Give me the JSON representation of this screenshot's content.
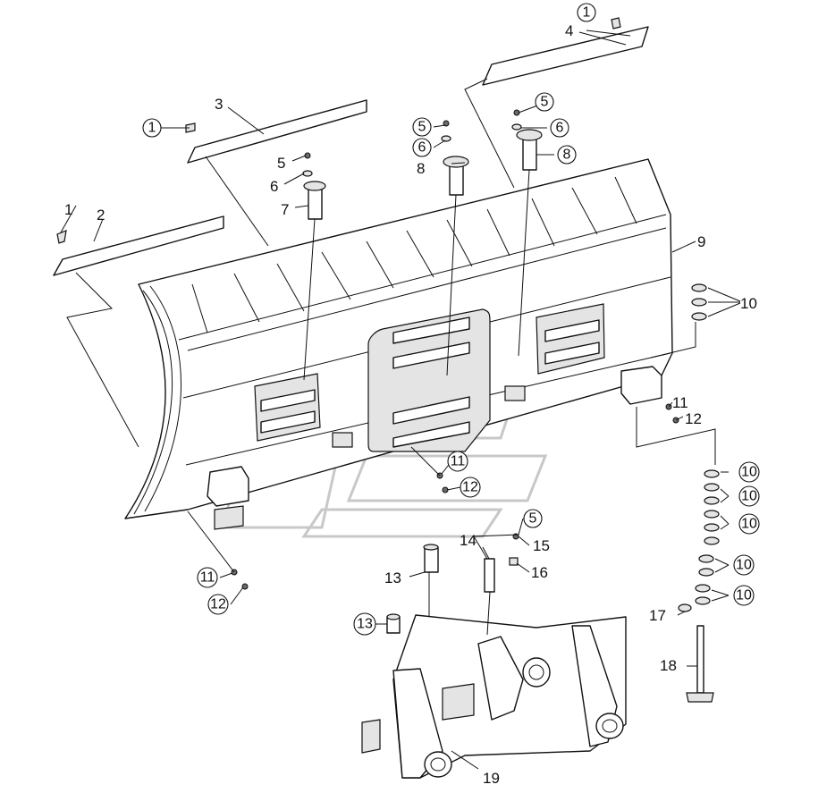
{
  "callouts": [
    {
      "id": "c1a",
      "number": "1",
      "circled": true
    },
    {
      "id": "c4",
      "number": "4",
      "circled": false
    },
    {
      "id": "c3",
      "number": "3",
      "circled": false
    },
    {
      "id": "c1b",
      "number": "1",
      "circled": true
    },
    {
      "id": "c5a",
      "number": "5",
      "circled": true
    },
    {
      "id": "c6a",
      "number": "6",
      "circled": true
    },
    {
      "id": "c8a",
      "number": "8",
      "circled": true
    },
    {
      "id": "c5b",
      "number": "5",
      "circled": true
    },
    {
      "id": "c6b",
      "number": "6",
      "circled": true
    },
    {
      "id": "c8b",
      "number": "8",
      "circled": false
    },
    {
      "id": "c5c",
      "number": "5",
      "circled": false
    },
    {
      "id": "c6c",
      "number": "6",
      "circled": false
    },
    {
      "id": "c7",
      "number": "7",
      "circled": false
    },
    {
      "id": "c1c",
      "number": "1",
      "circled": false
    },
    {
      "id": "c2",
      "number": "2",
      "circled": false
    },
    {
      "id": "c9",
      "number": "9",
      "circled": false
    },
    {
      "id": "c10a",
      "number": "10",
      "circled": false
    },
    {
      "id": "c11a",
      "number": "11",
      "circled": false
    },
    {
      "id": "c12a",
      "number": "12",
      "circled": false
    },
    {
      "id": "c11b",
      "number": "11",
      "circled": true
    },
    {
      "id": "c12b",
      "number": "12",
      "circled": true
    },
    {
      "id": "c10b",
      "number": "10",
      "circled": true
    },
    {
      "id": "c10c",
      "number": "10",
      "circled": true
    },
    {
      "id": "c10d",
      "number": "10",
      "circled": true
    },
    {
      "id": "c10e",
      "number": "10",
      "circled": true
    },
    {
      "id": "c10f",
      "number": "10",
      "circled": true
    },
    {
      "id": "c5d",
      "number": "5",
      "circled": true
    },
    {
      "id": "c15",
      "number": "15",
      "circled": false
    },
    {
      "id": "c14",
      "number": "14",
      "circled": false
    },
    {
      "id": "c16",
      "number": "16",
      "circled": false
    },
    {
      "id": "c13a",
      "number": "13",
      "circled": false
    },
    {
      "id": "c13b",
      "number": "13",
      "circled": true
    },
    {
      "id": "c11c",
      "number": "11",
      "circled": true
    },
    {
      "id": "c12c",
      "number": "12",
      "circled": true
    },
    {
      "id": "c17",
      "number": "17",
      "circled": false
    },
    {
      "id": "c18",
      "number": "18",
      "circled": false
    },
    {
      "id": "c19",
      "number": "19",
      "circled": false
    }
  ]
}
